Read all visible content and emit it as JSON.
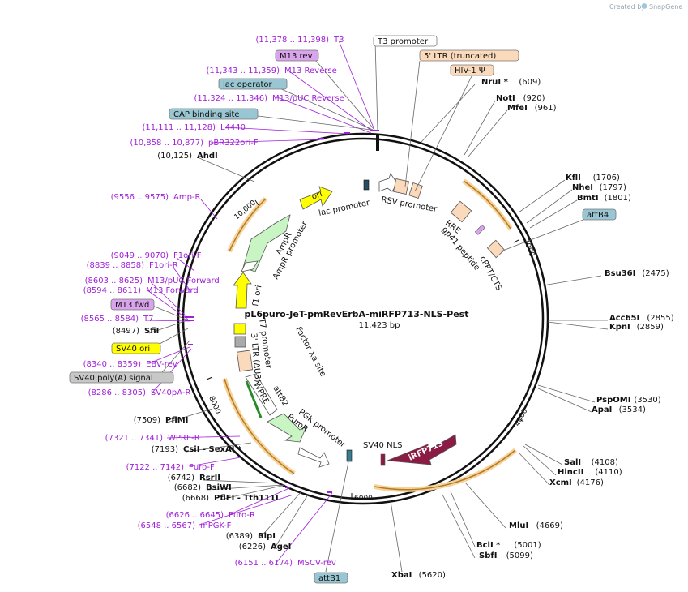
{
  "header": {
    "brand": "Created by",
    "brand_name": "SnapGene"
  },
  "plasmid": {
    "name": "pL6puro-JeT-pmRevErbA-miRFP713-NLS-Pest",
    "length": "11,423 bp"
  },
  "colors": {
    "primer": "#a020d8",
    "site": "#111111",
    "blue_box": "#99c6d3",
    "purple_box": "#d9a4ec",
    "yellow_box": "#ffff00",
    "gray_box": "#c8c8c8",
    "peach_box": "#fbd9bb",
    "feature_irfp": "#8b1a44",
    "feature_green": "#c9f5c4",
    "orange_glow": "#f5c98c"
  },
  "ticks": [
    "2000",
    "4000",
    "6000",
    "8000",
    "10,000"
  ],
  "site_labels": [
    {
      "name": "NruI *",
      "pos": "(609)"
    },
    {
      "name": "NotI",
      "pos": "(920)"
    },
    {
      "name": "MfeI",
      "pos": "(961)"
    },
    {
      "name": "KflI",
      "pos": "(1706)"
    },
    {
      "name": "NheI",
      "pos": "(1797)"
    },
    {
      "name": "BmtI",
      "pos": "(1801)"
    },
    {
      "name": "Bsu36I",
      "pos": "(2475)"
    },
    {
      "name": "Acc65I",
      "pos": "(2855)"
    },
    {
      "name": "KpnI",
      "pos": "(2859)"
    },
    {
      "name": "PspOMI",
      "pos": "(3530)"
    },
    {
      "name": "ApaI",
      "pos": "(3534)"
    },
    {
      "name": "SalI",
      "pos": "(4108)"
    },
    {
      "name": "HincII",
      "pos": "(4110)"
    },
    {
      "name": "XcmI",
      "pos": "(4176)"
    },
    {
      "name": "MluI",
      "pos": "(4669)"
    },
    {
      "name": "BclI *",
      "pos": "(5001)"
    },
    {
      "name": "SbfI",
      "pos": "(5099)"
    },
    {
      "name": "XbaI",
      "pos": "(5620)"
    },
    {
      "name": "AgeI",
      "pos": "(6226)"
    },
    {
      "name": "BlpI",
      "pos": "(6389)"
    },
    {
      "name": "PflFI",
      "pos": "(6668)",
      "extra": "- Tth111I"
    },
    {
      "name": "BsiWI",
      "pos": "(6682)"
    },
    {
      "name": "RsrII",
      "pos": "(6742)"
    },
    {
      "name": "CsiI",
      "pos": "(7193)",
      "extra": "- SexAI *"
    },
    {
      "name": "PflMI",
      "pos": "(7509)"
    },
    {
      "name": "SfiI",
      "pos": "(8497)"
    },
    {
      "name": "AhdI",
      "pos": "(10,125)"
    }
  ],
  "primer_labels": [
    {
      "name": "T3",
      "pos": "(11,378 .. 11,398)"
    },
    {
      "name": "M13 Reverse",
      "pos": "(11,343 .. 11,359)"
    },
    {
      "name": "M13/pUC Reverse",
      "pos": "(11,324 .. 11,346)"
    },
    {
      "name": "L4440",
      "pos": "(11,111 .. 11,128)"
    },
    {
      "name": "pBR322ori-F",
      "pos": "(10,858 .. 10,877)"
    },
    {
      "name": "Amp-R",
      "pos": "(9556 .. 9575)"
    },
    {
      "name": "F1ori-F",
      "pos": "(9049 .. 9070)"
    },
    {
      "name": "F1ori-R",
      "pos": "(8839 .. 8858)"
    },
    {
      "name": "M13/pUC Forward",
      "pos": "(8603 .. 8625)"
    },
    {
      "name": "M13 Forward",
      "pos": "(8594 .. 8611)"
    },
    {
      "name": "T7",
      "pos": "(8565 .. 8584)"
    },
    {
      "name": "EBV-rev",
      "pos": "(8340 .. 8359)"
    },
    {
      "name": "SV40pA-R",
      "pos": "(8286 .. 8305)"
    },
    {
      "name": "WPRE-R",
      "pos": "(7321 .. 7341)"
    },
    {
      "name": "Puro-F",
      "pos": "(7122 .. 7142)"
    },
    {
      "name": "Puro-R",
      "pos": "(6626 .. 6645)"
    },
    {
      "name": "mPGK-F",
      "pos": "(6548 .. 6567)"
    },
    {
      "name": "MSCV-rev",
      "pos": "(6151 .. 6174)"
    }
  ],
  "boxed_labels": [
    "T3 promoter",
    "5' LTR (truncated)",
    "HIV-1 Ψ",
    "M13 rev",
    "lac operator",
    "CAP binding site",
    "attB4",
    "M13 fwd",
    "SV40 ori",
    "SV40 poly(A) signal",
    "attB1"
  ],
  "inner_labels": [
    "ori",
    "lac promoter",
    "RSV promoter",
    "RRE",
    "gp41 peptide",
    "cPPT/CTS",
    "AmpR",
    "AmpR promoter",
    "f1 ori",
    "T7 promoter",
    "3' LTR (ΔU3)",
    "Factor Xa site",
    "attB2",
    "WPRE",
    "PGK promoter",
    "PuroR",
    "SV40 NLS",
    "iRFP713"
  ]
}
